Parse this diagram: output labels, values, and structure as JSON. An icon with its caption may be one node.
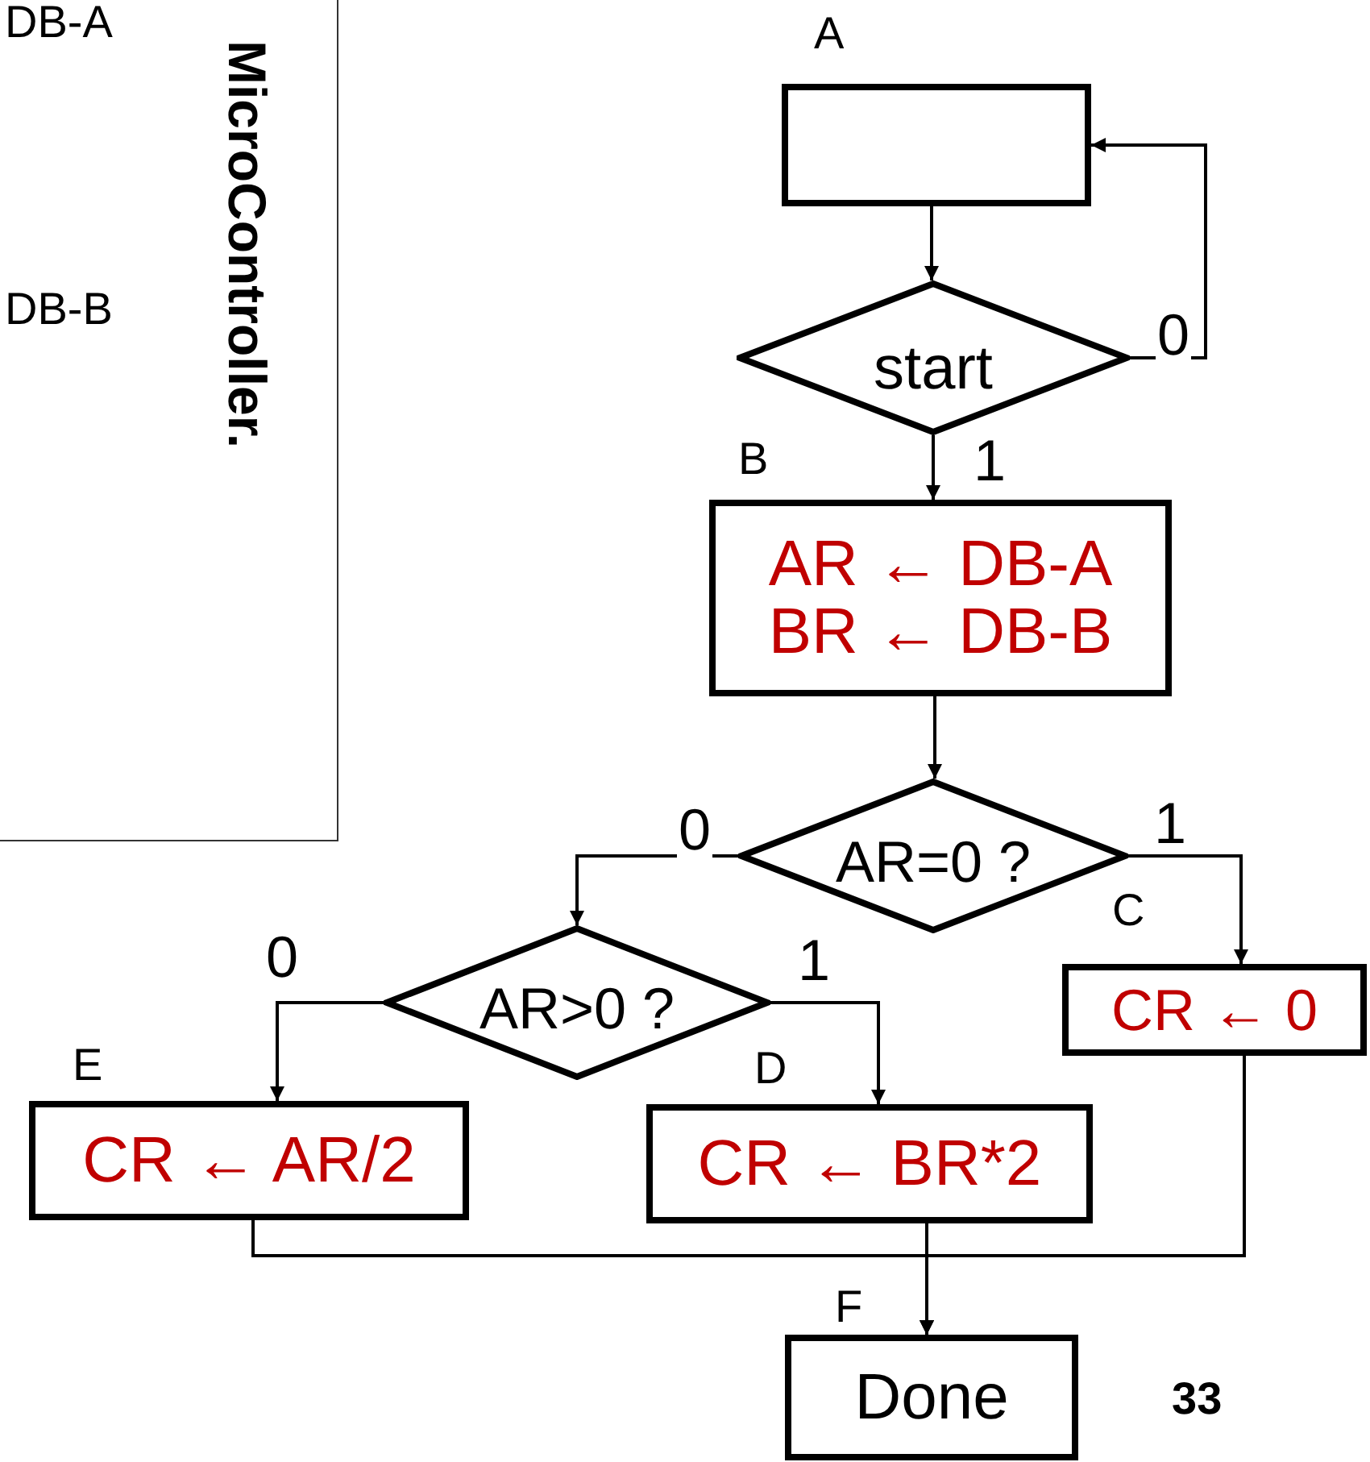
{
  "diagram": {
    "nodes": [
      {
        "text": [
          "DB-A",
          "DB-B",
          "MicroController."
        ]
      },
      {
        "text": [
          "A"
        ]
      },
      {
        "text": [
          "start"
        ]
      },
      {
        "text": [
          "B",
          "AR ← DB-A",
          "BR ← DB-B"
        ]
      },
      {
        "text": [
          "AR=0 ?"
        ]
      },
      {
        "text": [
          "AR>0 ?"
        ]
      },
      {
        "text": [
          "C",
          "CR ← 0"
        ]
      },
      {
        "text": [
          "E",
          "CR ← AR/2"
        ]
      },
      {
        "text": [
          "D",
          "CR ← BR*2"
        ]
      },
      {
        "text": [
          "F",
          "Done"
        ]
      }
    ],
    "edges": [
      {
        "from": 1,
        "to": 2,
        "arrow": "to"
      },
      {
        "from": 2,
        "to": 1,
        "arrow": "to",
        "label": "0"
      },
      {
        "from": 2,
        "to": 3,
        "arrow": "to",
        "label": "1"
      },
      {
        "from": 3,
        "to": 4,
        "arrow": "to"
      },
      {
        "from": 4,
        "to": 5,
        "arrow": "to",
        "label": "0"
      },
      {
        "from": 4,
        "to": 6,
        "arrow": "to",
        "label": "1"
      },
      {
        "from": 5,
        "to": 7,
        "arrow": "to",
        "label": "0"
      },
      {
        "from": 5,
        "to": 8,
        "arrow": "to",
        "label": "1"
      },
      {
        "from": 7,
        "to": 9,
        "arrow": "to"
      },
      {
        "from": 8,
        "to": 9,
        "arrow": "to"
      },
      {
        "from": 6,
        "to": 9,
        "arrow": "to"
      }
    ],
    "labels": [
      "33"
    ]
  }
}
